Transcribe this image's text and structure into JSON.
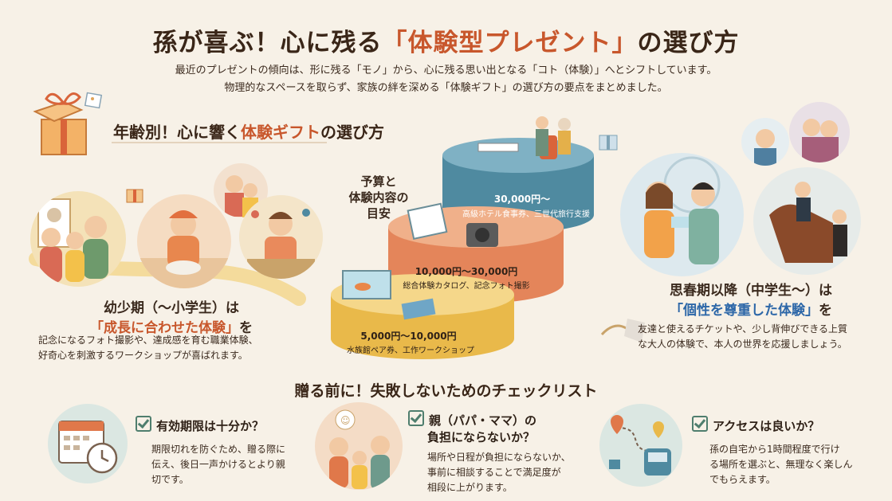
{
  "title": {
    "part1": "孫が喜ぶ！心に残る",
    "highlight": "「体験型プレゼント」",
    "part2": "の選び方"
  },
  "intro": {
    "line1": "最近のプレゼントの傾向は、形に残る「モノ」から、心に残る思い出となる「コト（体験）」へとシフトしています。",
    "line2": "物理的なスペースを取らず、家族の絆を深める「体験ギフト」の選び方の要点をまとめました。"
  },
  "age_section": {
    "part1": "年齢別！心に響く",
    "highlight": "体験ギフト",
    "part2": "の選び方"
  },
  "young": {
    "heading1": "幼少期（〜小学生）は",
    "heading2": "「成長に合わせた体験」",
    "heading2_suffix": "を",
    "body1": "記念になるフォト撮影や、達成感を育む職業体験、",
    "body2": "好奇心を刺激するワークショップが喜ばれます。"
  },
  "budget": {
    "label1": "予算と",
    "label2": "体験内容の",
    "label3": "目安",
    "tiers": [
      {
        "price": "5,000円〜10,000円",
        "desc": "水族館ペア券、工作ワークショップ",
        "color": "#f0c764"
      },
      {
        "price": "10,000円〜30,000円",
        "desc": "総合体験カタログ、記念フォト撮影",
        "color": "#e99a6d"
      },
      {
        "price": "30,000円〜",
        "desc": "高級ホテル食事券、三世代旅行支援",
        "color": "#4f8aa0"
      }
    ]
  },
  "teen": {
    "heading1": "思春期以降（中学生〜）は",
    "heading2": "「個性を尊重した体験」",
    "heading2_suffix": "を",
    "body1": "友達と使えるチケットや、少し背伸びできる上質",
    "body2": "な大人の体験で、本人の世界を応援しましょう。"
  },
  "checklist": {
    "title": "贈る前に！失敗しないためのチェックリスト",
    "items": [
      {
        "title": "有効期限は十分か？",
        "body1": "期限切れを防ぐため、贈る際に",
        "body2": "伝え、後日一声かけるとより親",
        "body3": "切です。",
        "icon": "calendar-clock-icon"
      },
      {
        "title1": "親（パパ・ママ）の",
        "title2": "負担にならないか？",
        "body1": "場所や日程が負担にならないか、",
        "body2": "事前に相談することで満足度が",
        "body3": "相段に上がります。",
        "icon": "family-icon"
      },
      {
        "title": "アクセスは良いか？",
        "body1": "孫の自宅から1時間程度で行け",
        "body2": "る場所を選ぶと、無理なく楽しん",
        "body3": "でもらえます。",
        "icon": "map-train-icon"
      }
    ]
  },
  "colors": {
    "accent": "#c8572c",
    "blue": "#2d67a8",
    "bg": "#f7f1e7",
    "green": "#4f7e6e"
  }
}
